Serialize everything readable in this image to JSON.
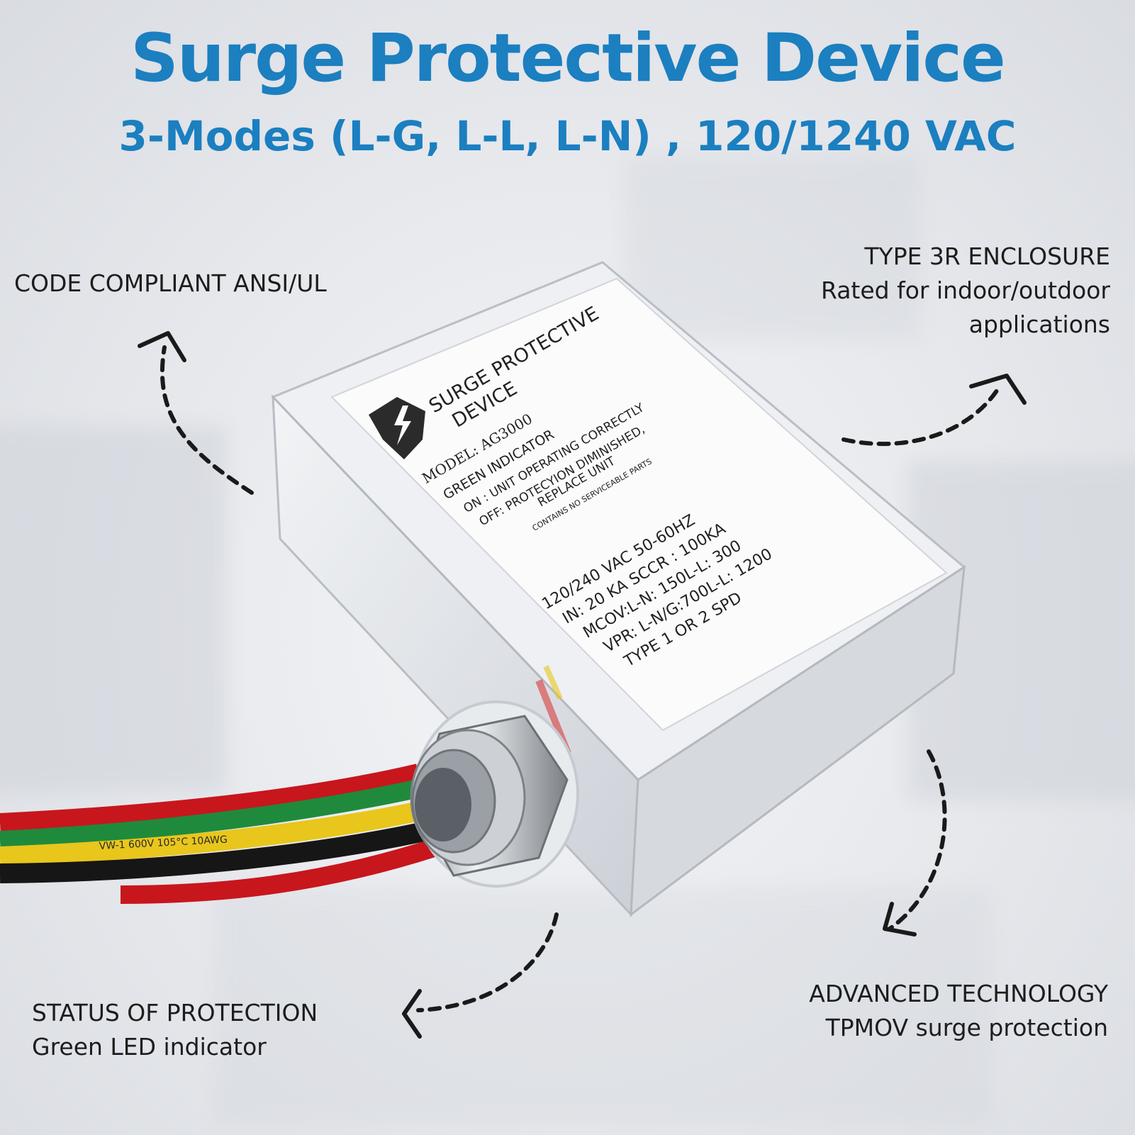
{
  "header": {
    "title": "Surge Protective Device",
    "subtitle": "3-Modes (L-G, L-L, L-N) , 120/1240 VAC"
  },
  "callouts": {
    "code": {
      "line1": "CODE COMPLIANT ANSI/UL"
    },
    "enclosure": {
      "line1": "TYPE 3R ENCLOSURE",
      "line2": "Rated for indoor/outdoor",
      "line3": "applications"
    },
    "status": {
      "line1": "STATUS OF PROTECTION",
      "line2": "Green LED indicator"
    },
    "technology": {
      "line1": "ADVANCED TECHNOLOGY",
      "line2": "TPMOV surge protection"
    }
  },
  "device_label": {
    "heading_line1": "SURGE PROTECTIVE",
    "heading_line2": "DEVICE",
    "model": "MODEL: AG3000",
    "indicator": "GREEN INDICATOR",
    "on_text": "ON : UNIT OPERATING CORRECTLY",
    "off_text": "OFF: PROTECYION DIMINISHED,",
    "replace_text": "REPLACE UNIT",
    "no_parts": "CONTAINS NO SERVICEABLE PARTS",
    "spec1": "120/240 VAC 50-60HZ",
    "spec2": "IN: 20 KA SCCR : 100KA",
    "spec3": "MCOV:L-N: 150L-L: 300",
    "spec4": "VPR: L-N/G:700L-L: 1200",
    "spec5": "TYPE 1 OR 2 SPD"
  },
  "wire_print": "VW-1 600V 105°C 10AWG",
  "colors": {
    "title_blue": "#1b7fc0",
    "wire_red": "#c8161d",
    "wire_black": "#161616",
    "wire_yellow": "#e8c61c",
    "wire_green": "#1f8a3c"
  }
}
